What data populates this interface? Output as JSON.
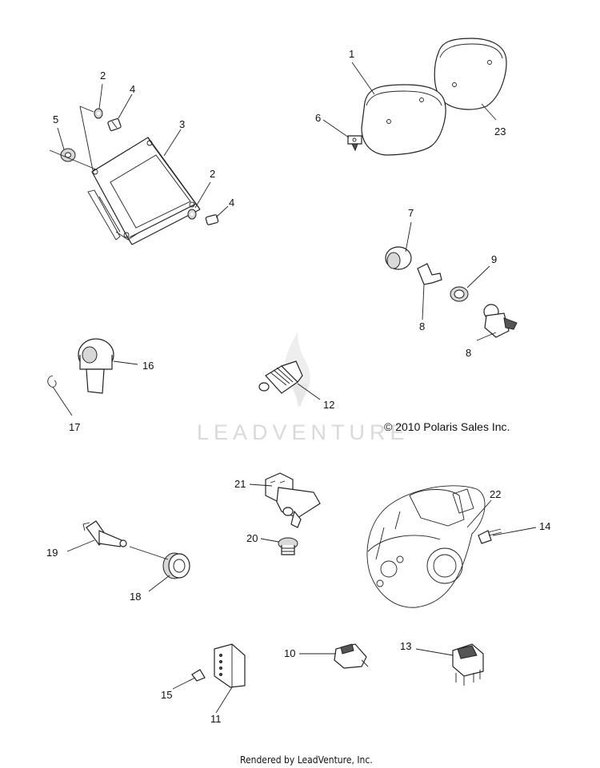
{
  "watermark": "LEADVENTURE",
  "copyright": "© 2010 Polaris Sales Inc.",
  "footer": "Rendered by LeadVenture, Inc.",
  "callouts": {
    "c1": "1",
    "c2a": "2",
    "c2b": "2",
    "c3": "3",
    "c4a": "4",
    "c4b": "4",
    "c5": "5",
    "c6": "6",
    "c7": "7",
    "c8a": "8",
    "c8b": "8",
    "c9": "9",
    "c10": "10",
    "c11": "11",
    "c12": "12",
    "c13": "13",
    "c14": "14",
    "c15": "15",
    "c16": "16",
    "c17": "17",
    "c18": "18",
    "c19": "19",
    "c20": "20",
    "c21": "21",
    "c22": "22",
    "c23": "23"
  }
}
